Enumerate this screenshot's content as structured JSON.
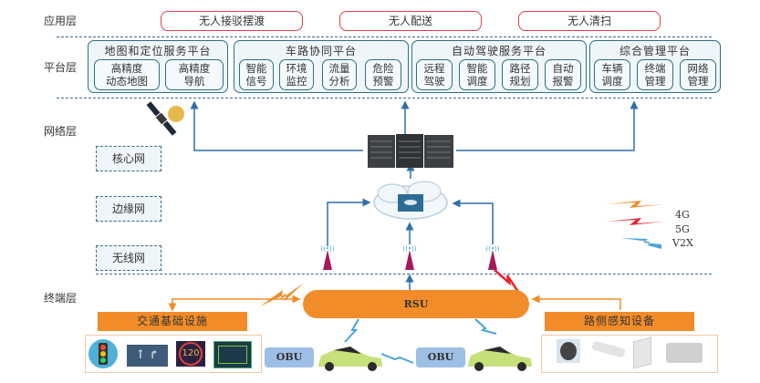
{
  "layers": {
    "application": "应用层",
    "platform": "平台层",
    "network": "网络层",
    "terminal": "终端层"
  },
  "applications": [
    "无人接驳摆渡",
    "无人配送",
    "无人清扫"
  ],
  "platforms": [
    {
      "title": "地图和定位服务平台",
      "items": [
        "高精度\n动态地图",
        "高精度\n导航"
      ]
    },
    {
      "title": "车路协同平台",
      "items": [
        "智能\n信号",
        "环境\n监控",
        "流量\n分析",
        "危险\n预警"
      ]
    },
    {
      "title": "自动驾驶服务平台",
      "items": [
        "远程\n驾驶",
        "智能\n调度",
        "路径\n规划",
        "自动\n报警"
      ]
    },
    {
      "title": "综合管理平台",
      "items": [
        "车辆\n调度",
        "终端\n管理",
        "网络\n管理"
      ]
    }
  ],
  "network": {
    "core": "核心网",
    "edge": "边缘网",
    "wireless": "无线网"
  },
  "legend": [
    {
      "label": "4G",
      "color": "#f28c28"
    },
    {
      "label": "5G",
      "color": "#e8232a"
    },
    {
      "label": "V2X",
      "color": "#4aa3df"
    }
  ],
  "terminal": {
    "rsu": "RSU",
    "obu_left": "OBU",
    "obu_right": "OBU",
    "traffic_infra": "交通基础设施",
    "roadside_sensing": "路侧感知设备",
    "traffic_infra_icons": [
      "traffic-light-icon",
      "lane-sign-icon",
      "speed-limit-120-icon",
      "display-board-icon"
    ],
    "speed_limit": "120",
    "roadside_icons": [
      "camera-dome-icon",
      "bullet-camera-icon",
      "radar-panel-icon",
      "lidar-unit-icon"
    ]
  }
}
